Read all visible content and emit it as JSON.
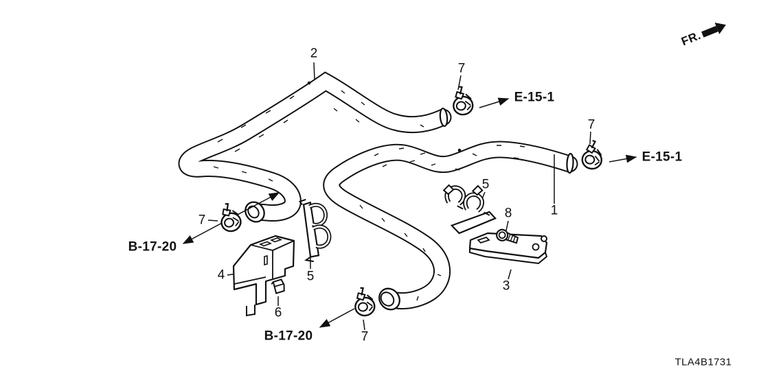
{
  "diagram": {
    "figure_code": "TLA4B1731",
    "fr_indicator": "FR.",
    "callouts": {
      "c1": "1",
      "c2": "2",
      "c3": "3",
      "c4": "4",
      "c5_left": "5",
      "c5_right": "5",
      "c6": "6",
      "c7_top": "7",
      "c7_right": "7",
      "c7_left": "7",
      "c7_bottom": "7",
      "c8": "8"
    },
    "references": {
      "e15_1_top": "E-15-1",
      "e15_1_right": "E-15-1",
      "b17_20_left": "B-17-20",
      "b17_20_bottom": "B-17-20"
    },
    "colors": {
      "ink": "#111111",
      "background": "#ffffff"
    }
  }
}
